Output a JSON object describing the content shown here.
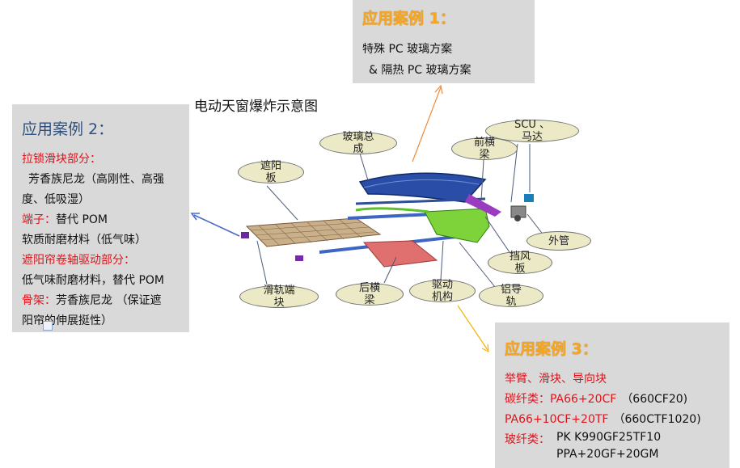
{
  "case1": {
    "title": "应用案例 1：",
    "lines": [
      "特殊 PC 玻璃方案",
      "& 隔热 PC 玻璃方案"
    ]
  },
  "case2": {
    "title": "应用案例 2：",
    "lines": [
      "拉锁滑块部分：",
      "芳香族尼龙（高刚性、高强",
      "度、低吸湿）",
      "端子：",
      "替代 POM",
      "软质耐磨材料（低气味）",
      "遮阳帘卷轴驱动部分：",
      "低气味耐磨材料，替代 POM",
      "骨架：",
      "芳香族尼龙 （保证遮",
      "阳帘的伸展挺性）"
    ]
  },
  "case3": {
    "title": "应用案例 3：",
    "lines": [
      "举臂、滑块、导向块",
      "碳纤类：PA66+20CF",
      "（660CF20)",
      "PA66+10CF+20TF",
      "（660CTF1020)",
      "玻纤类：",
      "PK K990GF25TF10",
      "PPA+20GF+20GM"
    ]
  },
  "diagram_title": "电动天窗爆炸示意图",
  "labels": {
    "glass": "玻璃总\n成",
    "front_beam": "前横\n梁",
    "scu_motor": "SCU 、\n马达",
    "sunshade": "遮阳\n板",
    "outer_pipe": "外管",
    "deflector": "挡风\n板",
    "slide_end": "滑轨端\n块",
    "rear_beam": "后横\n梁",
    "drive": "驱动\n机构",
    "al_rail": "铝导\n轨"
  },
  "colors": {
    "orange_title": "#f5a623",
    "red_text": "#e0131a",
    "blue_title": "#2f4f7f",
    "box_bg": "#d9d9d9",
    "bubble_bg": "#eceac6"
  }
}
